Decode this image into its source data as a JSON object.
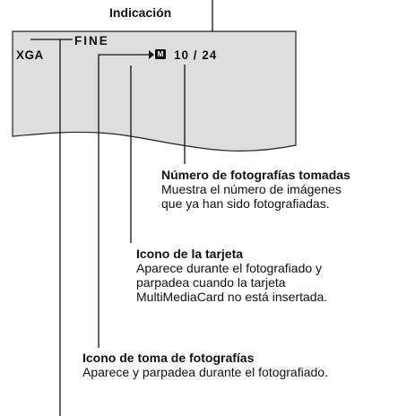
{
  "heading": "Indicación",
  "screen": {
    "quality": "FINE",
    "image_size": "XGA",
    "card_icon_letter": "M",
    "shot_counter": "10 / 24"
  },
  "callouts": [
    {
      "title": "Número de fotografías tomadas",
      "lines": [
        "Muestra el número de imágenes",
        "que ya han sido fotografiadas."
      ]
    },
    {
      "title": "Icono de la tarjeta",
      "lines": [
        "Aparece durante el fotografiado y",
        "parpadea cuando la tarjeta",
        "MultiMediaCard no está insertada."
      ]
    },
    {
      "title": "Icono de toma de fotografías",
      "lines": [
        "Aparece y parpadea durante el fotografiado."
      ]
    }
  ]
}
